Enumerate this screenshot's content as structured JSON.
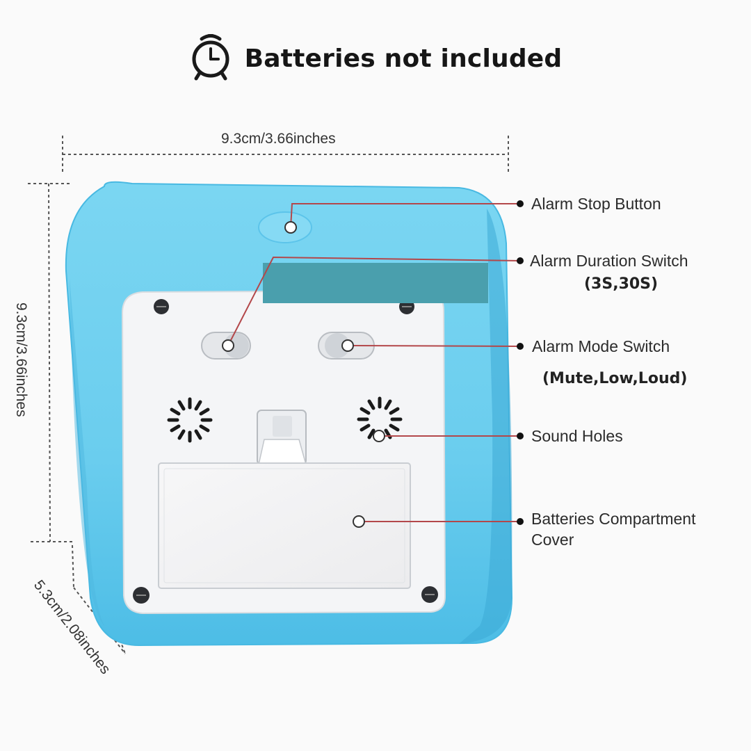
{
  "header": {
    "title": "Batteries not included",
    "icon": "alarm-clock-icon"
  },
  "dimensions": {
    "width": "9.3cm/3.66inches",
    "height": "9.3cm/3.66inches",
    "depth": "5.3cm/2.08inches"
  },
  "callouts": [
    {
      "id": "alarm-stop-button",
      "label": "Alarm Stop Button",
      "detail": ""
    },
    {
      "id": "alarm-duration-switch",
      "label": "Alarm Duration Switch",
      "detail": "(3S,30S)"
    },
    {
      "id": "alarm-mode-switch",
      "label": "Alarm Mode Switch",
      "detail": "(Mute,Low,Loud)"
    },
    {
      "id": "sound-holes",
      "label": "Sound Holes",
      "detail": ""
    },
    {
      "id": "batteries-compartment-cover",
      "label": "Batteries Compartment",
      "label_line2": "Cover",
      "detail": ""
    }
  ],
  "colors": {
    "body": "#6fcfee",
    "body_edge": "#3bb0dc",
    "panel": "#f4f5f7",
    "leader_line": "#b3474a",
    "redaction_box": "#4a9fad"
  }
}
